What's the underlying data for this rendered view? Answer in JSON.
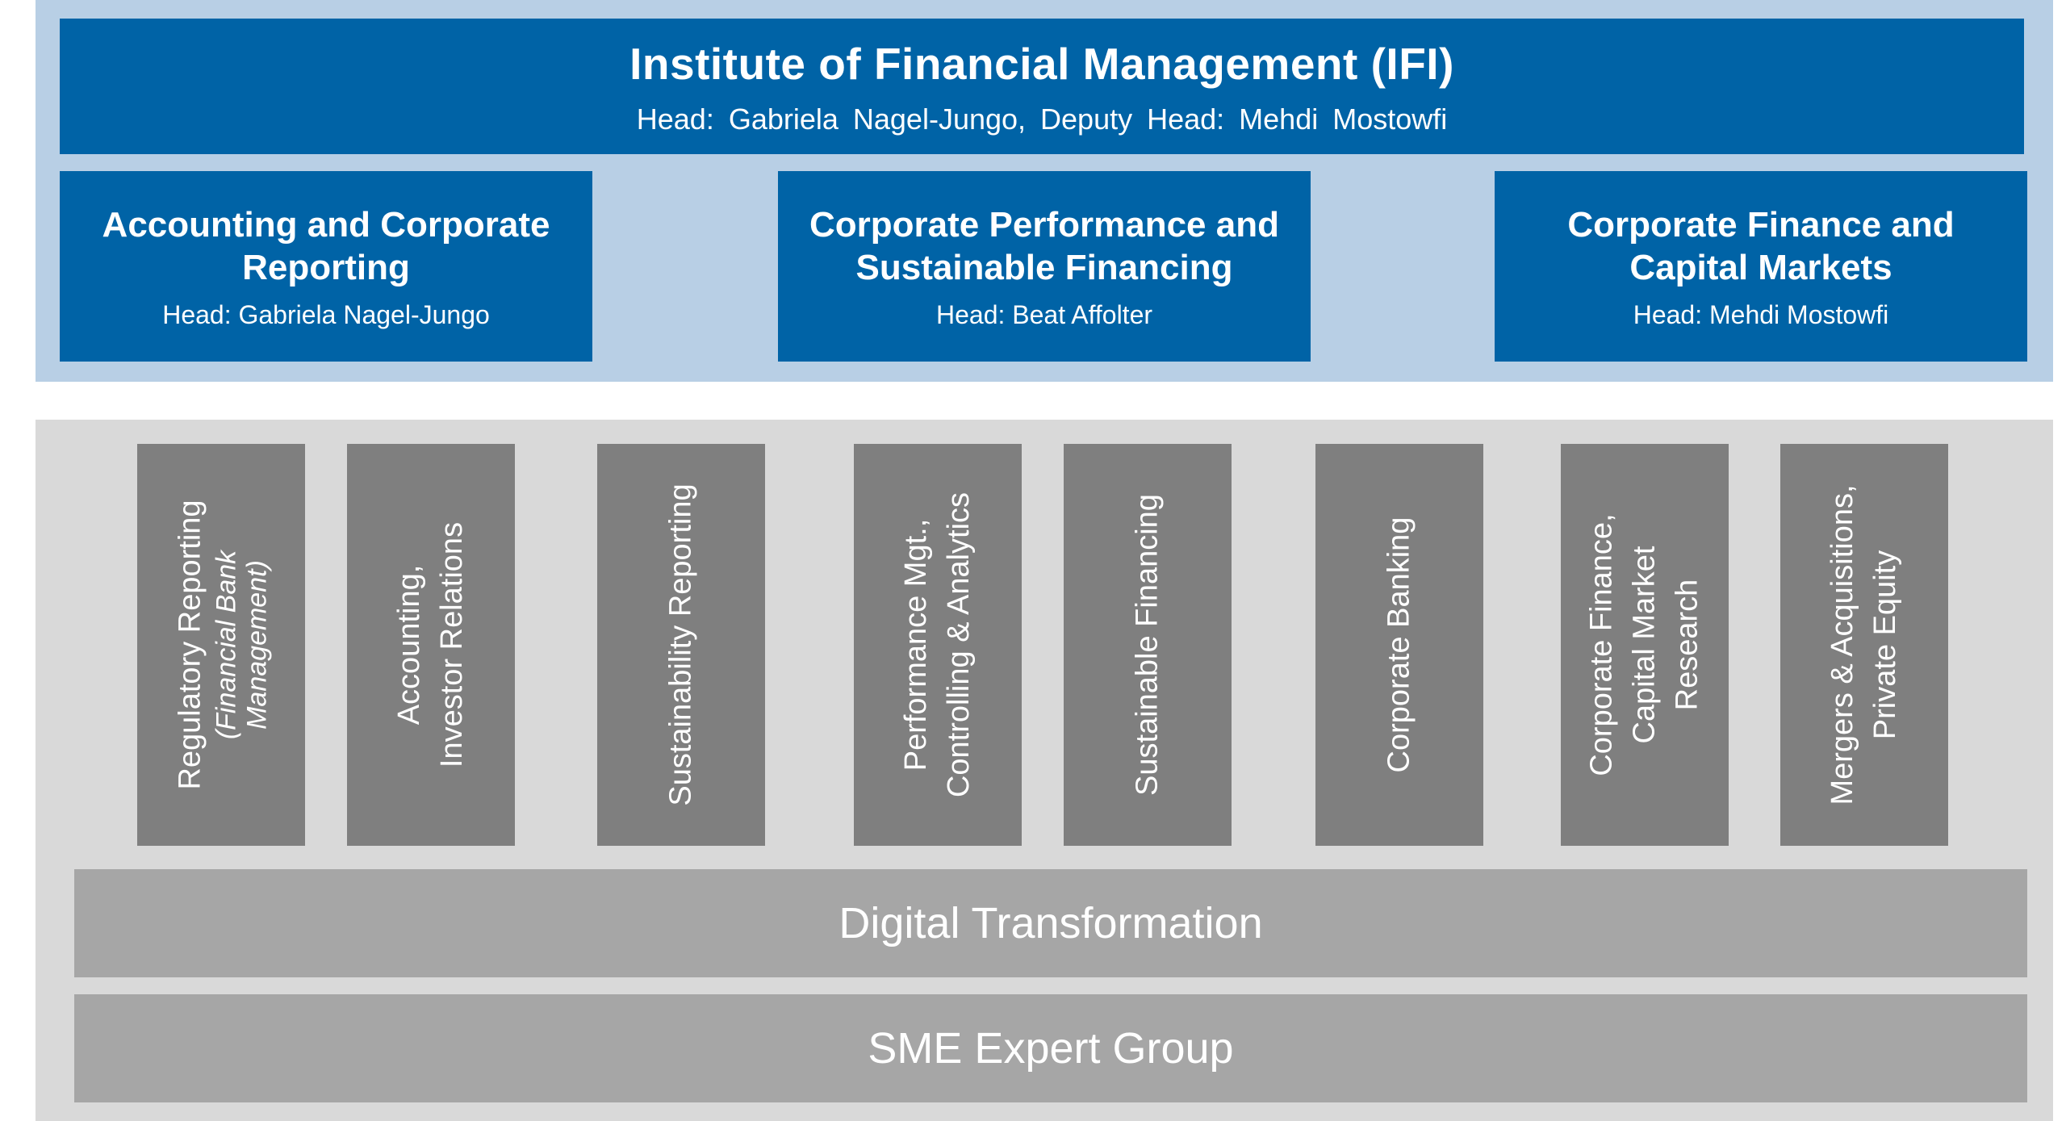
{
  "institute": {
    "title": "Institute of Financial Management (IFI)",
    "subtitle": "Head:  Gabriela  Nagel-Jungo,  Deputy  Head:  Mehdi  Mostowfi"
  },
  "departments": [
    {
      "title": "Accounting and Corporate Reporting",
      "head": "Head: Gabriela Nagel-Jungo"
    },
    {
      "title": "Corporate Performance and Sustainable Financing",
      "head": "Head: Beat Affolter"
    },
    {
      "title": "Corporate Finance and Capital Markets",
      "head": "Head: Mehdi Mostowfi"
    }
  ],
  "units": [
    {
      "lines": [
        "Regulatory Reporting",
        "(Financial Bank",
        "Management)"
      ]
    },
    {
      "lines": [
        "Accounting,",
        "Investor Relations"
      ]
    },
    {
      "lines": [
        "Sustainability Reporting"
      ]
    },
    {
      "lines": [
        "Performance Mgt.,",
        "Controlling & Analytics"
      ]
    },
    {
      "lines": [
        "Sustainable Financing"
      ]
    },
    {
      "lines": [
        "Corporate Banking"
      ]
    },
    {
      "lines": [
        "Corporate Finance,",
        "Capital Market",
        "Research"
      ]
    },
    {
      "lines": [
        "Mergers & Acquisitions,",
        "Private Equity"
      ]
    }
  ],
  "cross_functions": {
    "digital": "Digital Transformation",
    "sme": "SME Expert Group"
  },
  "colors": {
    "band_blue": "#b8cfe5",
    "box_blue": "#0063a6",
    "band_grey": "#d9d9d9",
    "unit_grey": "#7f7f7f",
    "bar_grey": "#a6a6a6"
  }
}
